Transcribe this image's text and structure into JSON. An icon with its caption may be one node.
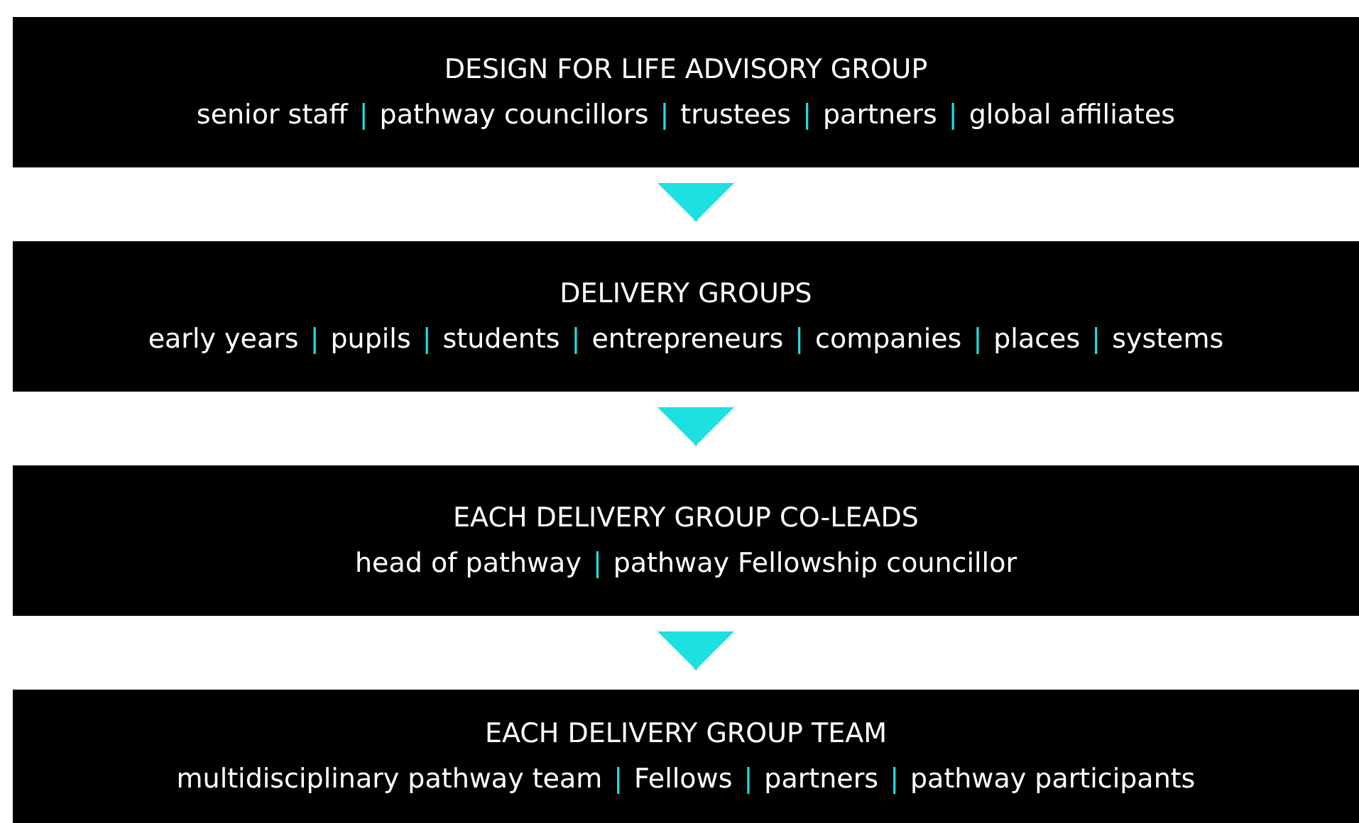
{
  "diagram": {
    "nodes": [
      {
        "text": [
          "DESIGN FOR LIFE ADVISORY GROUP",
          "senior staff | pathway councillors | trustees | partners | global affiliates"
        ]
      },
      {
        "text": [
          "DELIVERY GROUPS",
          "early years | pupils | students | entrepreneurs | companies | places | systems"
        ]
      },
      {
        "text": [
          "EACH DELIVERY GROUP CO-LEADS",
          "head of pathway | pathway Fellowship councillor"
        ]
      },
      {
        "text": [
          "EACH DELIVERY GROUP TEAM",
          "multidisciplinary pathway team | Fellows | partners | pathway participants"
        ]
      }
    ],
    "edges": [
      {
        "from": 0,
        "to": 1,
        "arrow": "to"
      },
      {
        "from": 1,
        "to": 2,
        "arrow": "to"
      },
      {
        "from": 2,
        "to": 3,
        "arrow": "to"
      }
    ]
  }
}
